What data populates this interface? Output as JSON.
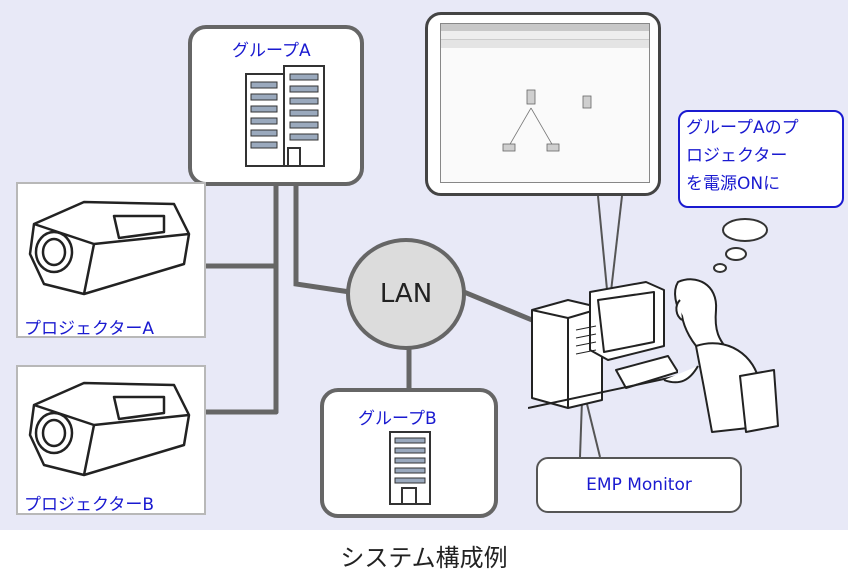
{
  "groups": {
    "a": {
      "label": "グループA"
    },
    "b": {
      "label": "グループB"
    }
  },
  "projectors": [
    {
      "label": "プロジェクターA"
    },
    {
      "label": "プロジェクターB"
    }
  ],
  "network": {
    "label": "LAN"
  },
  "callout": {
    "line1": "グループAのプ",
    "line2": "ロジェクター",
    "line3": "を電源ONに"
  },
  "monitor_app": {
    "label": "EMP Monitor"
  },
  "caption": "システム構成例",
  "colors": {
    "background": "#e8e9f7",
    "accent_text": "#1a1ad0",
    "line": "#666666",
    "lan_fill": "#dcdcdc"
  },
  "icons": [
    "office-building-icon",
    "projector-icon",
    "computer-icon",
    "operator-person-icon",
    "thought-bubble-icon"
  ]
}
